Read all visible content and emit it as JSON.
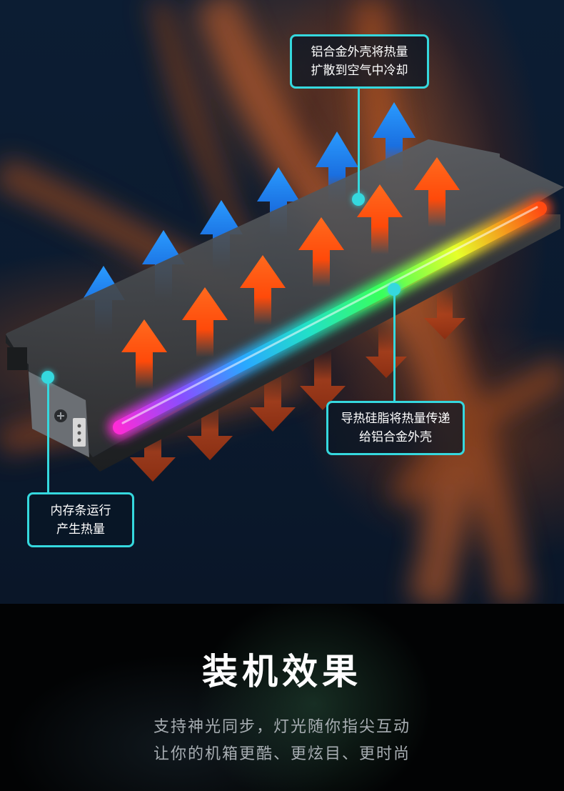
{
  "callouts": {
    "top": {
      "line1": "铝合金外壳将热量",
      "line2": "扩散到空气中冷却"
    },
    "right": {
      "line1": "导热硅脂将热量传递",
      "line2": "给铝合金外壳"
    },
    "left": {
      "line1": "内存条运行",
      "line2": "产生热量"
    }
  },
  "section": {
    "title": "装机效果",
    "subtitle_line1": "支持神光同步，灯光随你指尖互动",
    "subtitle_line2": "让你的机箱更酷、更炫目、更时尚"
  },
  "colors": {
    "accent": "#35d8de",
    "heat_arrow": "#ff5a14",
    "cool_arrow": "#1e88ff",
    "background": "#0b1a2e"
  }
}
